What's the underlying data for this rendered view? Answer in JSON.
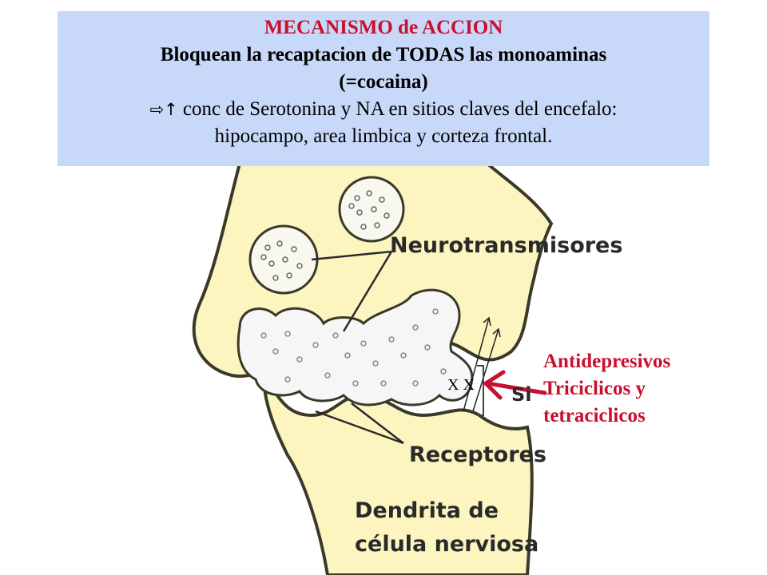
{
  "header": {
    "title": "MECANISMO de ACCION",
    "subtitle_1": "Bloquean la recaptacion de TODAS las monoaminas",
    "subtitle_2": "(=cocaina)",
    "body_arrows": "⇨↑",
    "body_1": " conc de Serotonina y NA en sitios claves del encefalo:",
    "body_2": "hipocampo, area limbica y corteza frontal."
  },
  "diagram": {
    "label_neurotransmisores": "Neurotransmisores",
    "label_receptores": "Receptores",
    "label_dendrita_1": "Dendrita de",
    "label_dendrita_2": "célula nerviosa",
    "block_marks": "X X",
    "label_partial": "Si"
  },
  "drug": {
    "line_1": "Antidepresivos",
    "line_2": "Triciclicos y",
    "line_3": "tetraciclicos"
  },
  "colors": {
    "membrane": "#fdf5c0",
    "outline": "#3a3a2a",
    "header_bg": "#c8d8f8",
    "accent_red": "#c8102e"
  }
}
